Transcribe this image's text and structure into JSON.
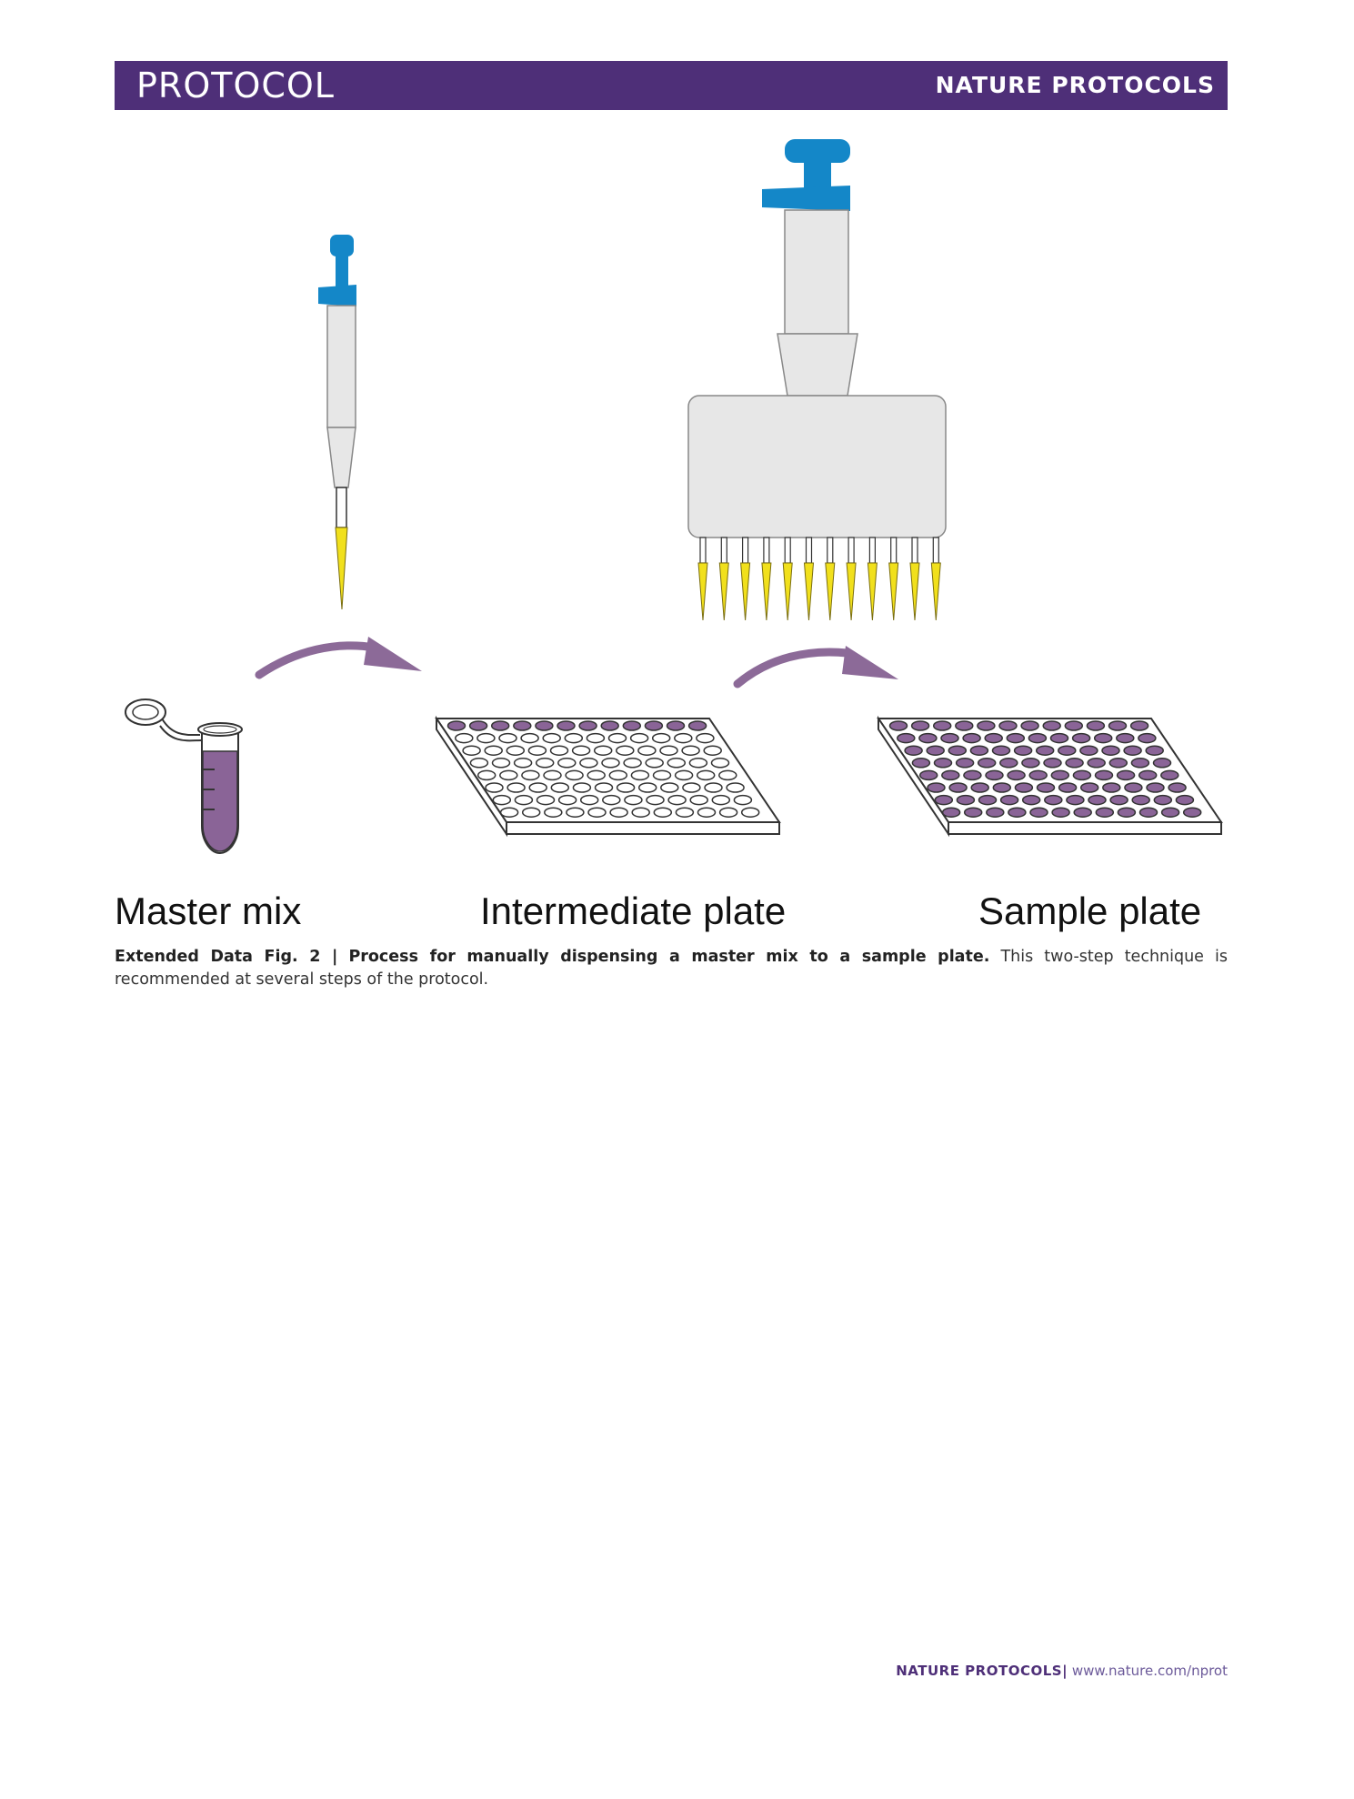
{
  "header": {
    "section": "PROTOCOL",
    "journal": "NATURE PROTOCOLS"
  },
  "figure": {
    "labels": {
      "master_mix": "Master mix",
      "intermediate_plate": "Intermediate plate",
      "sample_plate": "Sample plate"
    },
    "caption": {
      "figure_ref": "Extended Data Fig. 2 |",
      "title": "Process for manually dispensing a master mix to a sample plate.",
      "text": "This two-step technique is recommended at several steps of the protocol."
    },
    "plate": {
      "rows": 8,
      "columns": 12
    },
    "intermediate_filled_rows": 1,
    "sample_filled_rows": 8,
    "multichannel_tips": 12,
    "colors": {
      "purple_liquid": "#8a6497",
      "arrow": "#8c6a98",
      "pipette_blue": "#1487c8",
      "pipette_body": "#e7e7e7",
      "tip_yellow": "#f1e01c",
      "header_purple": "#4e2f78"
    }
  },
  "footer": {
    "journal": "NATURE PROTOCOLS",
    "separator": "|",
    "url": "www.nature.com/nprot"
  }
}
